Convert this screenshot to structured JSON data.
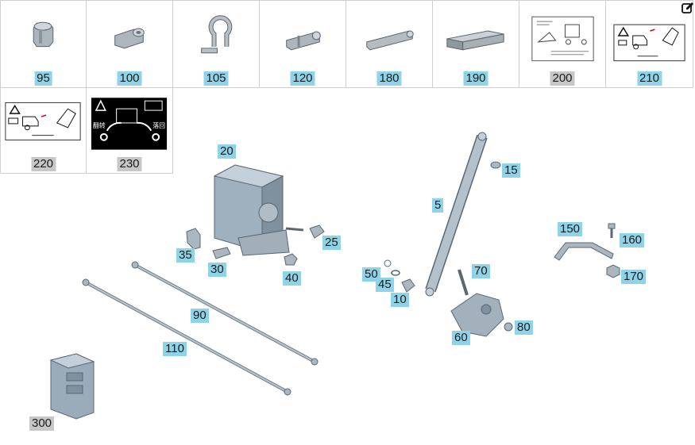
{
  "thumbnails": [
    {
      "num": "95",
      "hl": "blue",
      "icon": "sleeve-nut-icon"
    },
    {
      "num": "100",
      "hl": "blue",
      "icon": "bushing-icon"
    },
    {
      "num": "105",
      "hl": "blue",
      "icon": "pipe-clamp-icon"
    },
    {
      "num": "120",
      "hl": "blue",
      "icon": "connector-sleeve-icon"
    },
    {
      "num": "180",
      "hl": "blue",
      "icon": "tube-icon"
    },
    {
      "num": "190",
      "hl": "blue",
      "icon": "block-icon"
    },
    {
      "num": "200",
      "hl": "grey",
      "icon": "label-sticker-icon"
    },
    {
      "num": "210",
      "hl": "blue",
      "icon": "warning-label-icon"
    },
    {
      "num": "220",
      "hl": "grey",
      "icon": "warning-label-icon"
    },
    {
      "num": "230",
      "hl": "grey",
      "icon": "tilt-instruction-label-icon"
    }
  ],
  "label_230": {
    "left": "翻转",
    "right": "落回"
  },
  "callouts": [
    {
      "num": "20",
      "hl": "blue"
    },
    {
      "num": "15",
      "hl": "blue"
    },
    {
      "num": "5",
      "hl": "blue"
    },
    {
      "num": "150",
      "hl": "blue"
    },
    {
      "num": "160",
      "hl": "blue"
    },
    {
      "num": "25",
      "hl": "blue"
    },
    {
      "num": "35",
      "hl": "blue"
    },
    {
      "num": "30",
      "hl": "blue"
    },
    {
      "num": "40",
      "hl": "blue"
    },
    {
      "num": "50",
      "hl": "blue"
    },
    {
      "num": "45",
      "hl": "blue"
    },
    {
      "num": "70",
      "hl": "blue"
    },
    {
      "num": "170",
      "hl": "blue"
    },
    {
      "num": "10",
      "hl": "blue"
    },
    {
      "num": "90",
      "hl": "blue"
    },
    {
      "num": "80",
      "hl": "blue"
    },
    {
      "num": "60",
      "hl": "blue"
    },
    {
      "num": "110",
      "hl": "blue"
    },
    {
      "num": "300",
      "hl": "grey"
    }
  ],
  "icons": {
    "edit": "edit-icon"
  }
}
